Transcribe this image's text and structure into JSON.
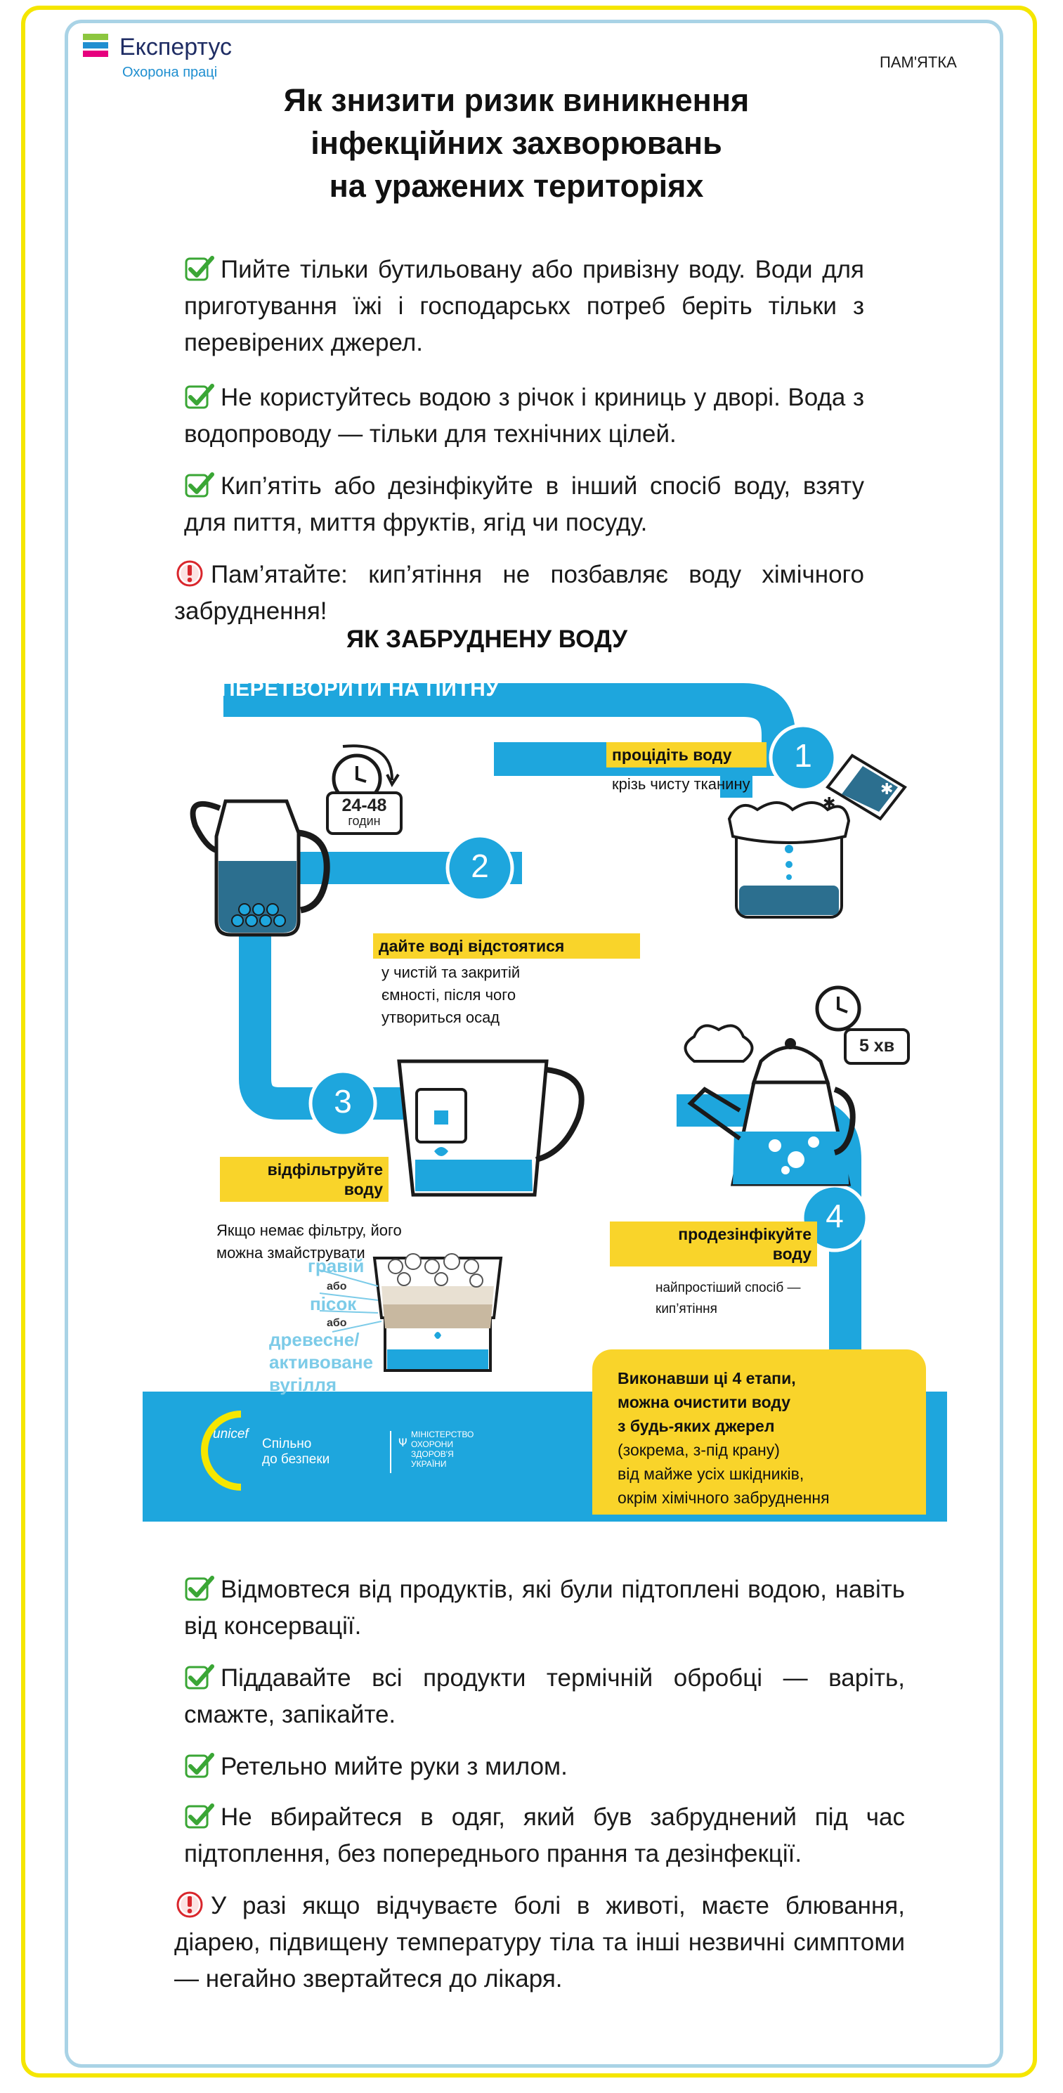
{
  "header": {
    "logo_name": "Експертус",
    "logo_sub": "Охорона праці",
    "memo_label": "ПАМ'ЯТКА",
    "title_lines": [
      "Як знизити ризик виникнення",
      "інфекційних захворювань",
      "на уражених територіях"
    ]
  },
  "tips_top": [
    {
      "icon": "check-icon",
      "text": "Пийте тільки бутильовану або привізну воду. Води для приготування їжі і господарськх потреб беріть тільки з перевірених джерел."
    },
    {
      "icon": "check-icon",
      "text": "Не користуйтесь водою з річок і криниць у дворі. Вода з водопроводу — тільки для технічних цілей."
    },
    {
      "icon": "check-icon",
      "text": "Кип’ятіть або дезінфікуйте в інший спосіб воду, взяту для пиття, миття фруктів, ягід чи посуду."
    },
    {
      "icon": "warning-icon",
      "text": "Пам’ятайте: кип’ятіння не позбавляє воду хімічного забруднення!"
    }
  ],
  "infographic": {
    "title": "ЯК ЗАБРУДНЕНУ ВОДУ",
    "pipe_title": "ПЕРЕТВОРИТИ НА ПИТНУ",
    "steps": [
      {
        "num": "1",
        "label": "процідіть воду",
        "note": "крізь чисту тканину"
      },
      {
        "num": "2",
        "label": "дайте воді відстоятися",
        "note": "у чистій та закритій ємності, після чого утвориться осад",
        "timer": "24-48",
        "timer_unit": "годин"
      },
      {
        "num": "3",
        "label_line1": "відфільтруйте",
        "label_line2": "воду",
        "note": "Якщо немає фільтру, його можна змайструвати"
      },
      {
        "num": "4",
        "label_line1": "продезінфікуйте",
        "label_line2": "воду",
        "note": "найпростіший спосіб — кип’ятіння",
        "timer": "5 хв"
      }
    ],
    "filter_layers": {
      "gravel": "гравій",
      "or1": "або",
      "sand": "пісок",
      "or2": "або",
      "charcoal_line1": "древесне/",
      "charcoal_line2": "активоване",
      "charcoal_line3": "вугілля"
    },
    "result": {
      "bold_lines": [
        "Виконавши ці 4 етапи,",
        "можна очистити воду",
        "з будь-яких джерел"
      ],
      "normal_lines": [
        "(зокрема, з-під крану)",
        "від майже усіх шкідників,",
        "окрім хімічного забруднення"
      ]
    },
    "partners": {
      "unicef": "unicef",
      "together_line1": "Спільно",
      "together_line2": "до безпеки",
      "ministry": [
        "МІНІСТЕРСТВО",
        "ОХОРОНИ",
        "ЗДОРОВ'Я",
        "УКРАЇНИ"
      ]
    }
  },
  "tips_bottom": [
    {
      "icon": "check-icon",
      "text": "Відмовтеся від продуктів, які були підтоплені водою, навіть від консервації."
    },
    {
      "icon": "check-icon",
      "text": "Піддавайте всі продукти термічній обробці — варіть, смажте, запікайте."
    },
    {
      "icon": "check-icon",
      "text": "Ретельно мийте руки з милом."
    },
    {
      "icon": "check-icon",
      "text": "Не вбирайтеся в одяг, який був забруднений під час підтоплення, без попереднього прання та дезінфекції."
    },
    {
      "icon": "warning-icon",
      "text": "У разі якщо відчуваєте болі в животі, маєте блювання, діарею, підвищену температуру тіла та інші незвичні симптоми — негайно звертайтеся до лікаря."
    }
  ],
  "colors": {
    "outer_border": "#f5e600",
    "inner_border": "#a9d3e6",
    "pipe_blue": "#1ea6dd",
    "label_yellow": "#f9d42a",
    "check_green": "#3aa635",
    "warning_red": "#d9262c"
  }
}
